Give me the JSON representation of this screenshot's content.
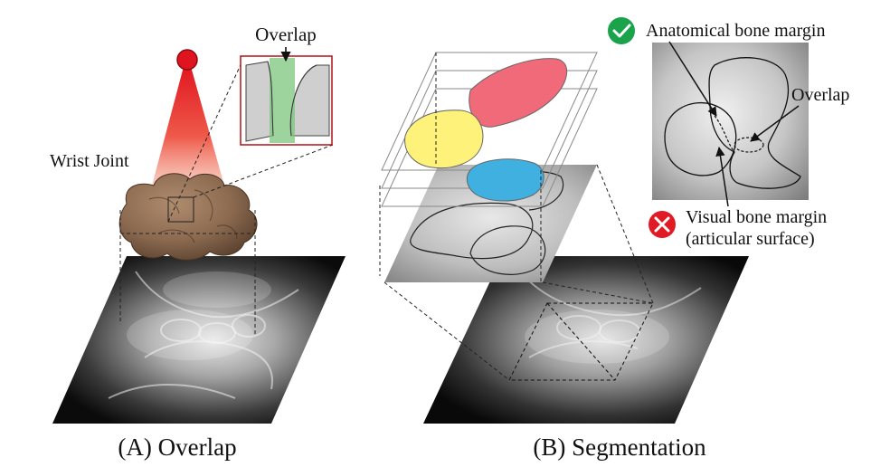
{
  "panel_a": {
    "caption": "(A) Overlap",
    "wrist_label": "Wrist Joint",
    "inset_label": "Overlap"
  },
  "panel_b": {
    "caption": "(B) Segmentation",
    "anatomical_label": "Anatomical bone margin",
    "overlap_label": "Overlap",
    "visual_label_line1": "Visual bone margin",
    "visual_label_line2": "(articular surface)"
  },
  "colors": {
    "xray_source": "#e0141e",
    "overlap_band": "#7cc47c",
    "bone_model": "#8b6a50",
    "inset_border": "#b01218",
    "seg_red": "#f06a7a",
    "seg_yellow": "#fff27a",
    "seg_blue": "#3fb0e0",
    "check_green": "#1aa34a",
    "cross_red": "#e01b24"
  },
  "icons": {
    "source": "xray-source-icon",
    "check": "check-icon",
    "cross": "cross-icon"
  }
}
